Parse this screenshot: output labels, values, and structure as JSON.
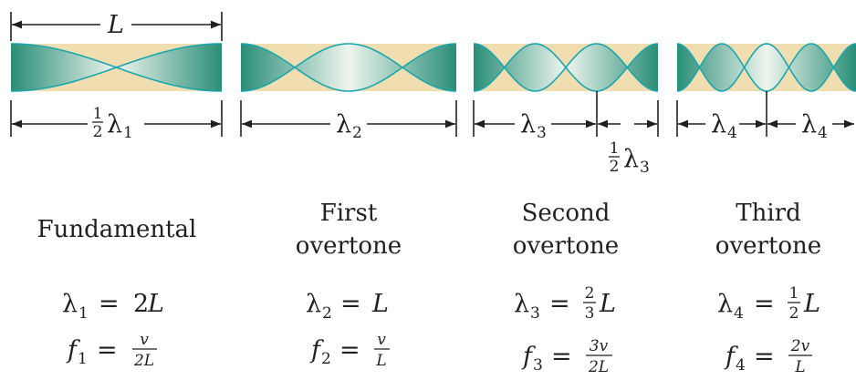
{
  "length_symbol": "L",
  "modes": [
    {
      "name_lines": [
        "Fundamental"
      ],
      "segment_labels": [
        {
          "coef_num": "1",
          "coef_den": "2",
          "lambda": "λ",
          "sub": "1"
        }
      ],
      "extra_label": null,
      "wavelength_eq": {
        "lhs": "λ",
        "lhs_sub": "1",
        "rhs_coef": "2",
        "rhs_num": "",
        "rhs_den": "",
        "rhs_var": "L"
      },
      "frequency_eq": {
        "lhs": "f",
        "lhs_sub": "1",
        "rhs_num": "v",
        "rhs_den": "2L"
      }
    },
    {
      "name_lines": [
        "First",
        "overtone"
      ],
      "segment_labels": [
        {
          "coef_num": "",
          "coef_den": "",
          "lambda": "λ",
          "sub": "2"
        }
      ],
      "extra_label": null,
      "wavelength_eq": {
        "lhs": "λ",
        "lhs_sub": "2",
        "rhs_coef": "",
        "rhs_num": "",
        "rhs_den": "",
        "rhs_var": "L"
      },
      "frequency_eq": {
        "lhs": "f",
        "lhs_sub": "2",
        "rhs_num": "v",
        "rhs_den": "L"
      }
    },
    {
      "name_lines": [
        "Second",
        "overtone"
      ],
      "segment_labels": [
        {
          "coef_num": "",
          "coef_den": "",
          "lambda": "λ",
          "sub": "3"
        }
      ],
      "extra_label": {
        "coef_num": "1",
        "coef_den": "2",
        "lambda": "λ",
        "sub": "3"
      },
      "wavelength_eq": {
        "lhs": "λ",
        "lhs_sub": "3",
        "rhs_coef": "",
        "rhs_num": "2",
        "rhs_den": "3",
        "rhs_var": "L"
      },
      "frequency_eq": {
        "lhs": "f",
        "lhs_sub": "3",
        "rhs_num": "3v",
        "rhs_den": "2L"
      }
    },
    {
      "name_lines": [
        "Third",
        "overtone"
      ],
      "segment_labels": [
        {
          "coef_num": "",
          "coef_den": "",
          "lambda": "λ",
          "sub": "4"
        },
        {
          "coef_num": "",
          "coef_den": "",
          "lambda": "λ",
          "sub": "4"
        }
      ],
      "extra_label": null,
      "wavelength_eq": {
        "lhs": "λ",
        "lhs_sub": "4",
        "rhs_coef": "",
        "rhs_num": "1",
        "rhs_den": "2",
        "rhs_var": "L"
      },
      "frequency_eq": {
        "lhs": "f",
        "lhs_sub": "4",
        "rhs_num": "2v",
        "rhs_den": "L"
      }
    }
  ],
  "colors": {
    "tube_fill": "#f0ddb0",
    "wave_fill_dark": "#1f8a73",
    "wave_fill_light": "#eef6f2",
    "wave_line": "#1aa6b0",
    "ink": "#231f20"
  }
}
